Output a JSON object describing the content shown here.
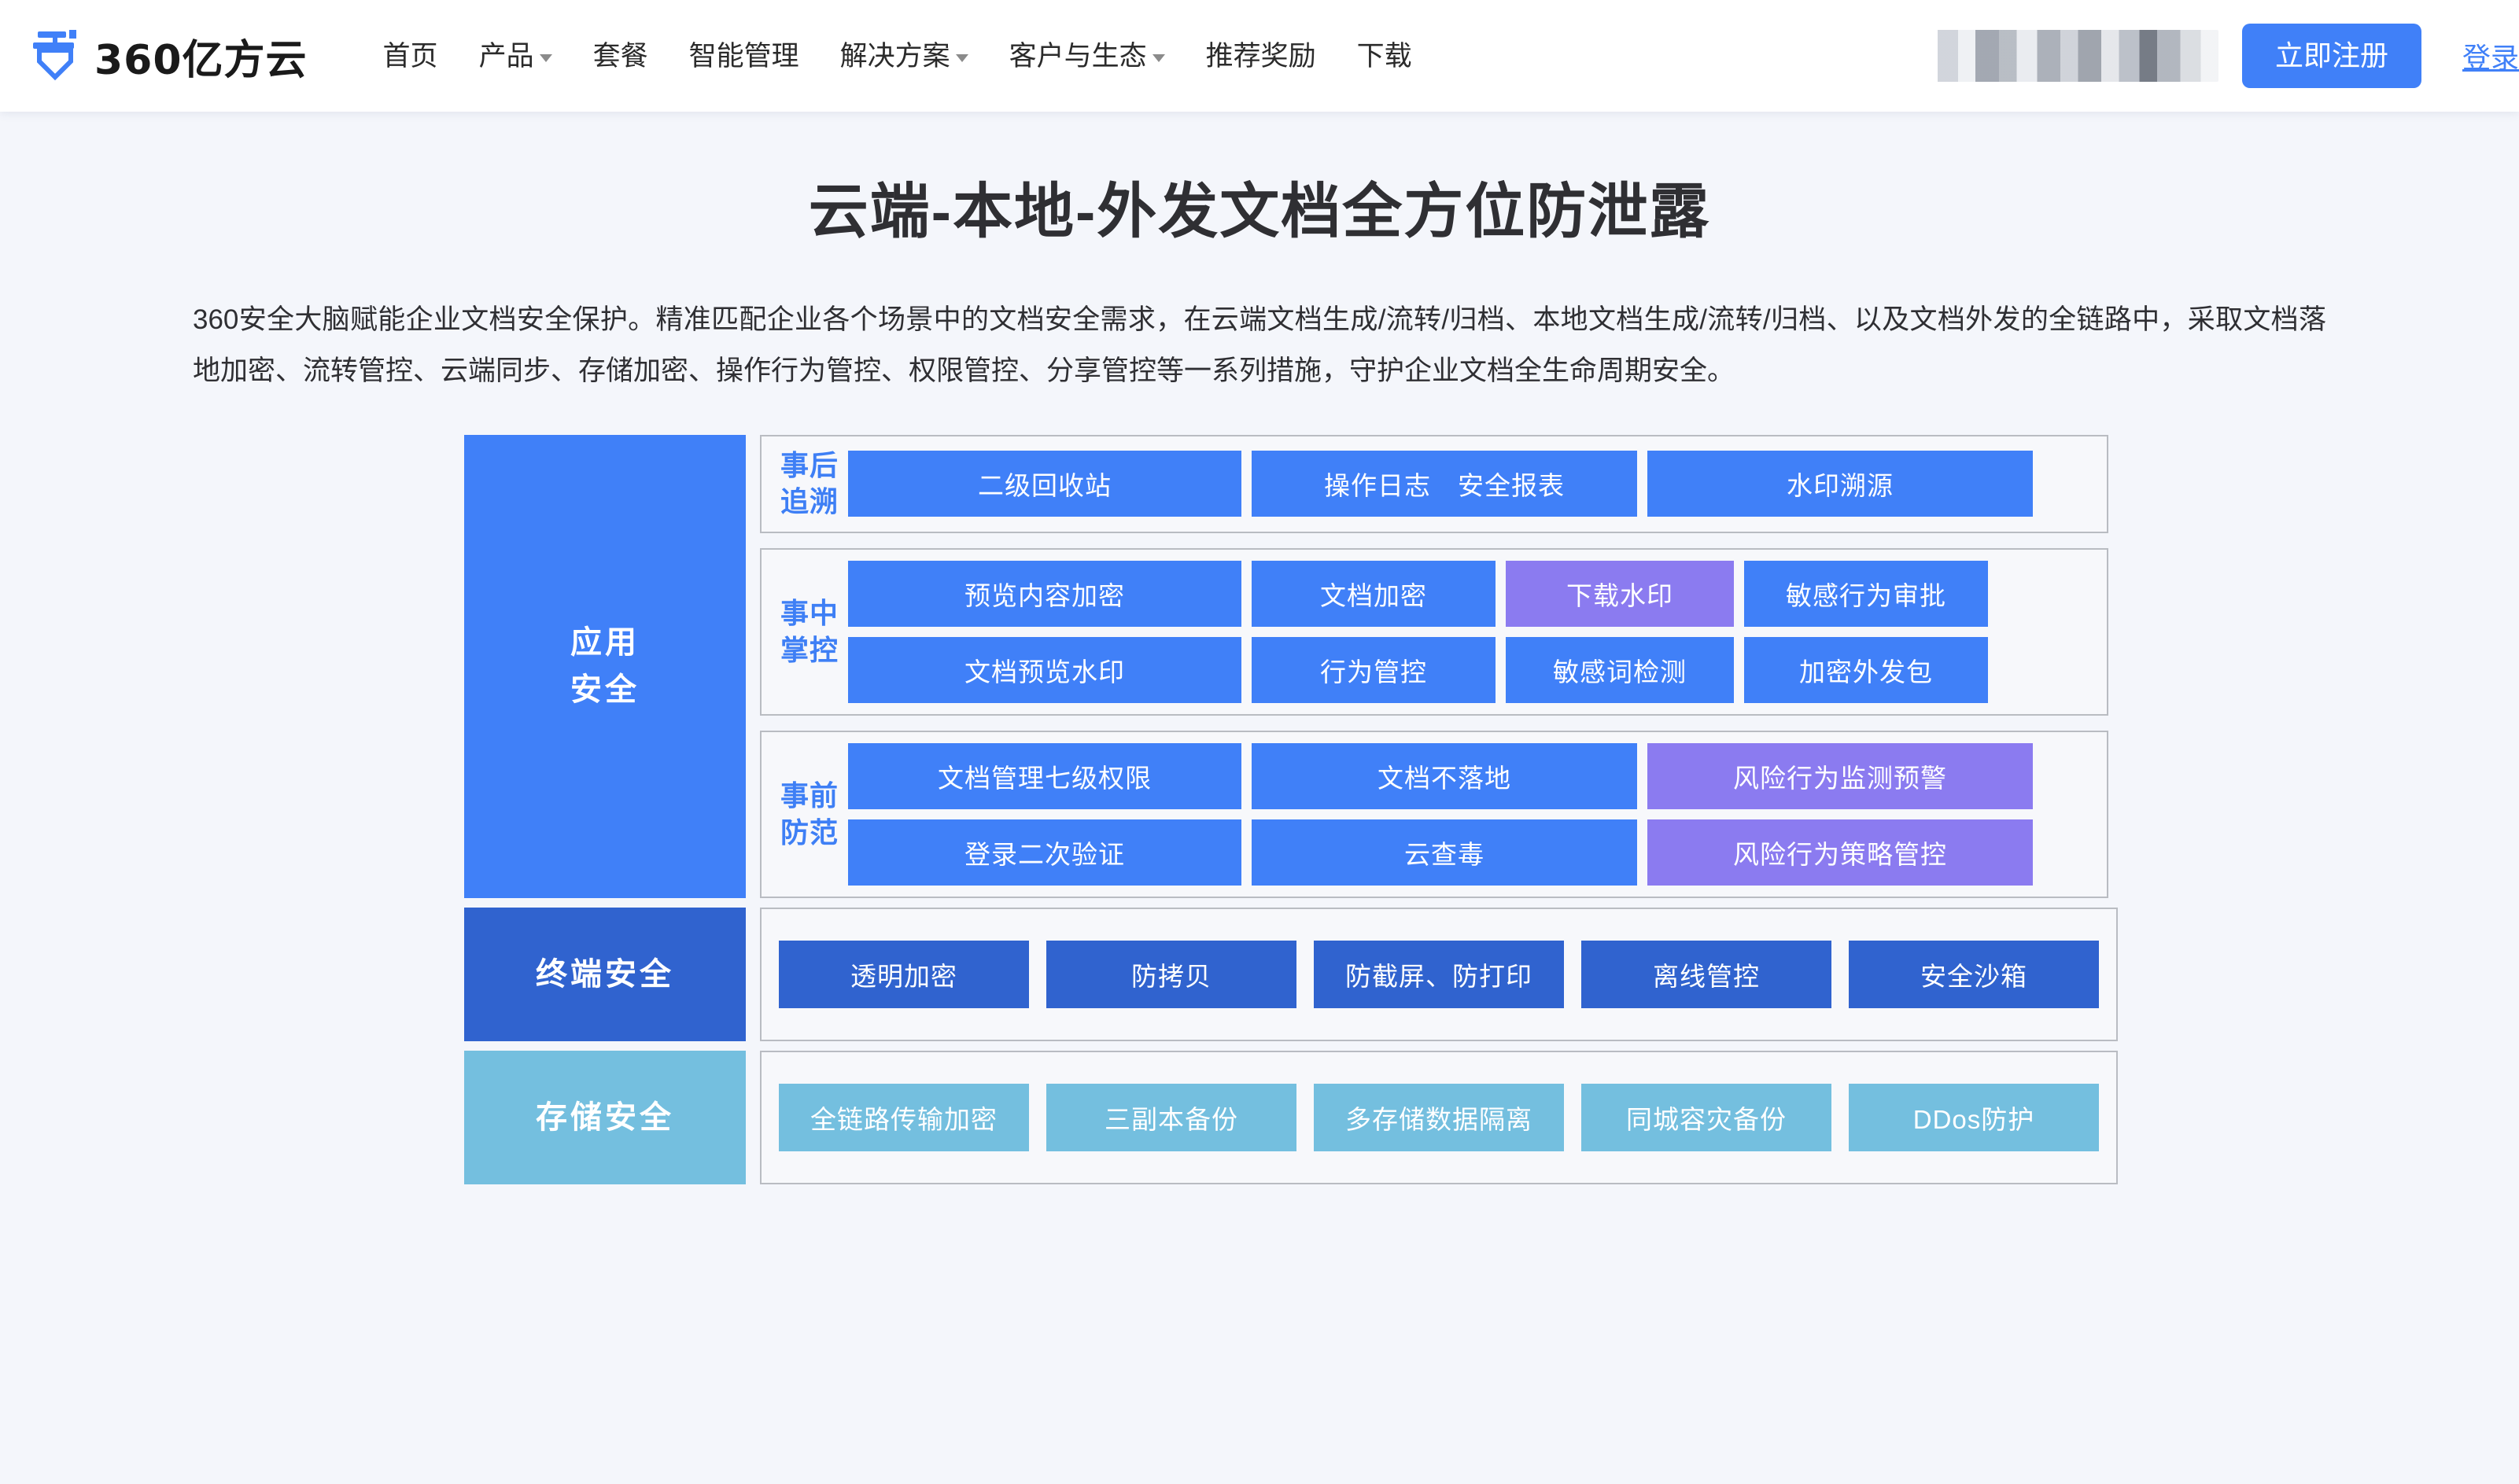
{
  "brand": {
    "name": "360亿方云",
    "logo_icon": "yifangyun-logo-icon"
  },
  "nav": {
    "items": [
      {
        "label": "首页",
        "has_dropdown": false
      },
      {
        "label": "产品",
        "has_dropdown": true
      },
      {
        "label": "套餐",
        "has_dropdown": false
      },
      {
        "label": "智能管理",
        "has_dropdown": false
      },
      {
        "label": "解决方案",
        "has_dropdown": true
      },
      {
        "label": "客户与生态",
        "has_dropdown": true
      },
      {
        "label": "推荐奖励",
        "has_dropdown": false
      },
      {
        "label": "下载",
        "has_dropdown": false
      }
    ]
  },
  "header_actions": {
    "redacted_label": "",
    "register_label": "立即注册",
    "login_label": "登录"
  },
  "hero": {
    "title": "云端-本地-外发文档全方位防泄露",
    "description": "360安全大脑赋能企业文档安全保护。精准匹配企业各个场景中的文档安全需求，在云端文档生成/流转/归档、本地文档生成/流转/归档、以及文档外发的全链路中，采取文档落地加密、流转管控、云端同步、存储加密、操作行为管控、权限管控、分享管控等一系列措施，守护企业文档全生命周期安全。"
  },
  "colors": {
    "brand_blue": "#4080f8",
    "tile_blue": "#4080f8",
    "tile_purple": "#8b7bf0",
    "tile_lightblue": "#74bfdf",
    "terminal_blue": "#3063cf",
    "page_bg": "#f4f6fb",
    "card_border": "#b9bcc2"
  },
  "diagram": {
    "app_security": {
      "category_label": "应用\n安全",
      "phases": [
        {
          "label": "事后\n追溯",
          "rows": [
            [
              {
                "label": "二级回收站",
                "color": "blue",
                "w": "w-a"
              },
              {
                "label": "操作日志　安全报表",
                "color": "blue",
                "w": "w-b"
              },
              {
                "label": "水印溯源",
                "color": "blue",
                "w": "w-b"
              }
            ]
          ]
        },
        {
          "label": "事中\n掌控",
          "rows": [
            [
              {
                "label": "预览内容加密",
                "color": "blue",
                "w": "w-a"
              },
              {
                "label": "文档加密",
                "color": "blue",
                "w": "w-c"
              },
              {
                "label": "下载水印",
                "color": "purple",
                "w": "w-d"
              },
              {
                "label": "敏感行为审批",
                "color": "blue",
                "w": "w-e"
              }
            ],
            [
              {
                "label": "文档预览水印",
                "color": "blue",
                "w": "w-a"
              },
              {
                "label": "行为管控",
                "color": "blue",
                "w": "w-c"
              },
              {
                "label": "敏感词检测",
                "color": "blue",
                "w": "w-d"
              },
              {
                "label": "加密外发包",
                "color": "blue",
                "w": "w-e"
              }
            ]
          ]
        },
        {
          "label": "事前\n防范",
          "rows": [
            [
              {
                "label": "文档管理七级权限",
                "color": "blue",
                "w": "w-a"
              },
              {
                "label": "文档不落地",
                "color": "blue",
                "w": "w-b"
              },
              {
                "label": "风险行为监测预警",
                "color": "purple",
                "w": "w-b"
              }
            ],
            [
              {
                "label": "登录二次验证",
                "color": "blue",
                "w": "w-a"
              },
              {
                "label": "云查毒",
                "color": "blue",
                "w": "w-b"
              },
              {
                "label": "风险行为策略管控",
                "color": "purple",
                "w": "w-b"
              }
            ]
          ]
        }
      ]
    },
    "terminal_security": {
      "category_label": "终端安全",
      "tiles": [
        {
          "label": "透明加密",
          "color": "terminal"
        },
        {
          "label": "防拷贝",
          "color": "terminal"
        },
        {
          "label": "防截屏、防打印",
          "color": "terminal"
        },
        {
          "label": "离线管控",
          "color": "terminal"
        },
        {
          "label": "安全沙箱",
          "color": "terminal"
        }
      ]
    },
    "storage_security": {
      "category_label": "存储安全",
      "tiles": [
        {
          "label": "全链路传输加密",
          "color": "lightblue"
        },
        {
          "label": "三副本备份",
          "color": "lightblue"
        },
        {
          "label": "多存储数据隔离",
          "color": "lightblue"
        },
        {
          "label": "同城容灾备份",
          "color": "lightblue"
        },
        {
          "label": "DDos防护",
          "color": "lightblue"
        }
      ]
    }
  }
}
